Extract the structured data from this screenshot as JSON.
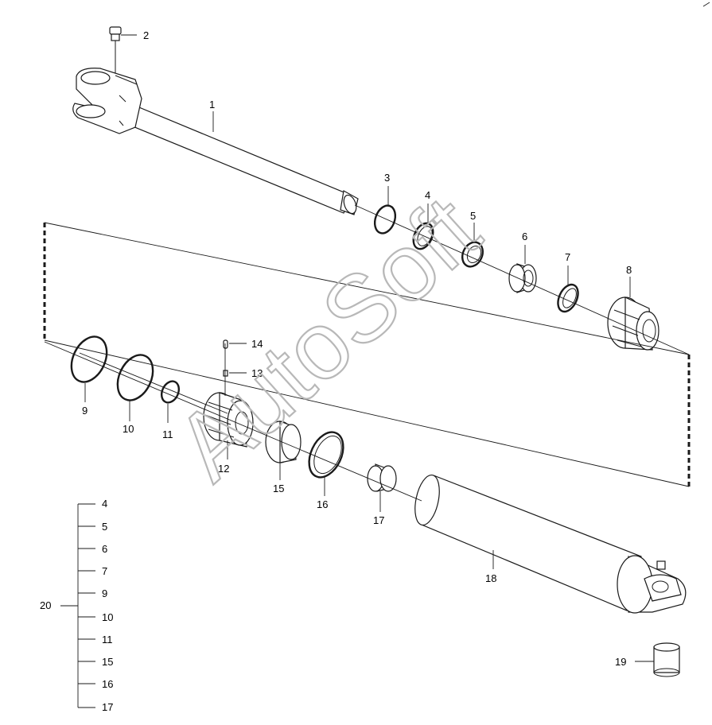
{
  "watermark": "AutoSoft",
  "callouts": {
    "c1": "1",
    "c2": "2",
    "c3": "3",
    "c4": "4",
    "c5": "5",
    "c6": "6",
    "c7": "7",
    "c8": "8",
    "c9": "9",
    "c10": "10",
    "c11": "11",
    "c12": "12",
    "c13": "13",
    "c14": "14",
    "c15": "15",
    "c16": "16",
    "c17": "17",
    "c18": "18",
    "c19": "19"
  },
  "kit": {
    "label": "20",
    "items": [
      "4",
      "5",
      "6",
      "7",
      "9",
      "10",
      "11",
      "15",
      "16",
      "17"
    ]
  }
}
